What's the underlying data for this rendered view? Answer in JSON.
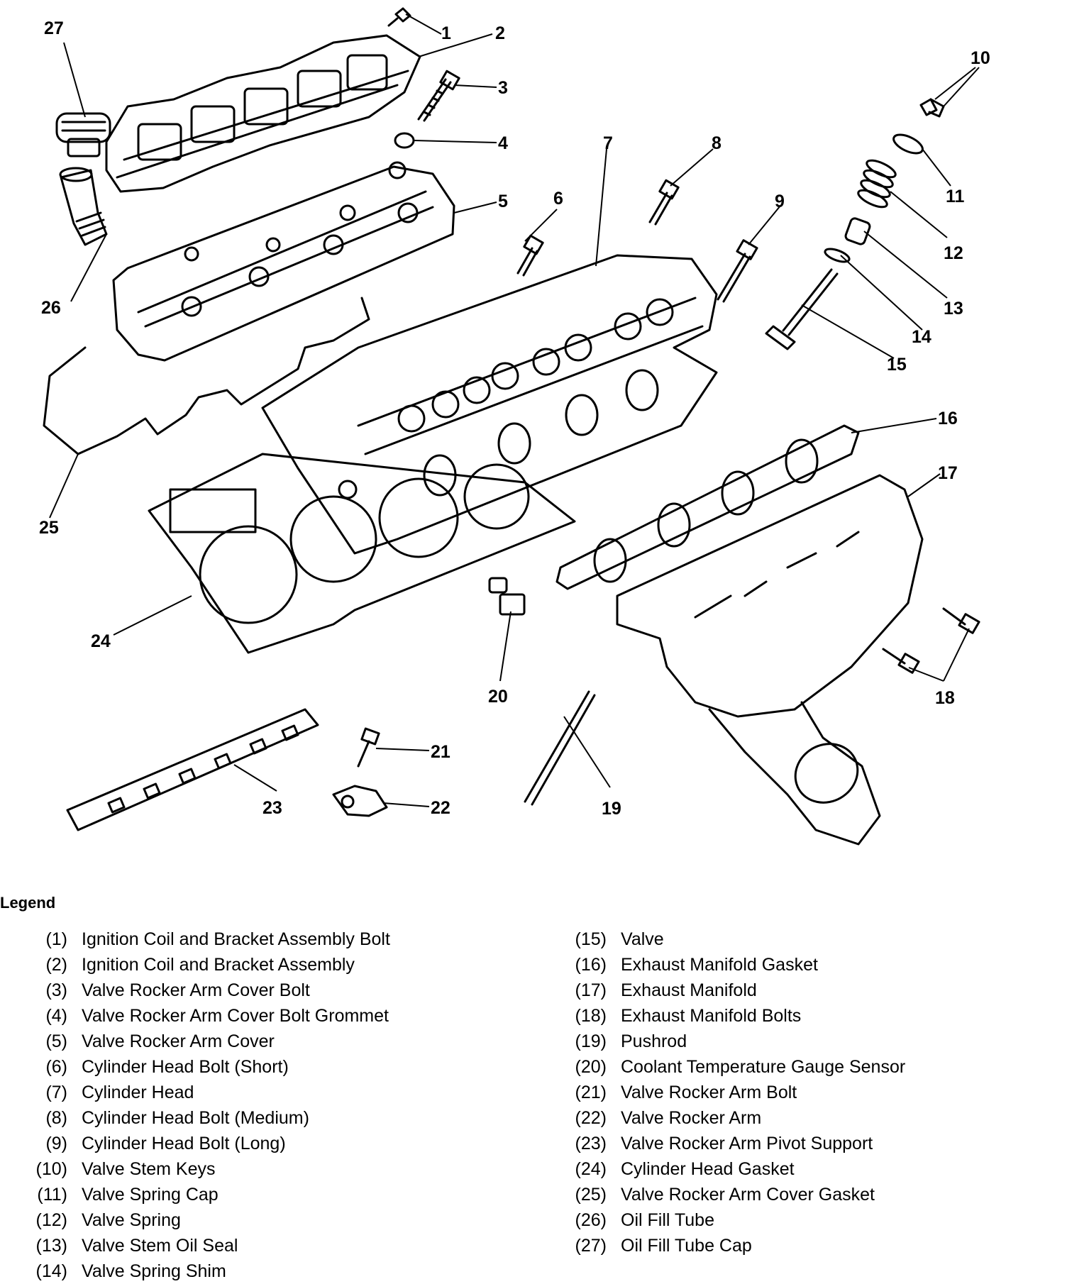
{
  "callouts": [
    "1",
    "2",
    "3",
    "4",
    "5",
    "6",
    "7",
    "8",
    "9",
    "10",
    "11",
    "12",
    "13",
    "14",
    "15",
    "16",
    "17",
    "18",
    "19",
    "20",
    "21",
    "22",
    "23",
    "24",
    "25",
    "26",
    "27"
  ],
  "legend": {
    "title": "Legend",
    "items": [
      {
        "num": "(1)",
        "text": "Ignition Coil and Bracket Assembly Bolt"
      },
      {
        "num": "(2)",
        "text": "Ignition Coil and Bracket Assembly"
      },
      {
        "num": "(3)",
        "text": "Valve Rocker Arm Cover Bolt"
      },
      {
        "num": "(4)",
        "text": "Valve Rocker Arm Cover Bolt Grommet"
      },
      {
        "num": "(5)",
        "text": "Valve Rocker Arm Cover"
      },
      {
        "num": "(6)",
        "text": "Cylinder Head Bolt (Short)"
      },
      {
        "num": "(7)",
        "text": "Cylinder Head"
      },
      {
        "num": "(8)",
        "text": "Cylinder Head Bolt (Medium)"
      },
      {
        "num": "(9)",
        "text": "Cylinder Head Bolt (Long)"
      },
      {
        "num": "(10)",
        "text": "Valve Stem Keys"
      },
      {
        "num": "(11)",
        "text": "Valve Spring Cap"
      },
      {
        "num": "(12)",
        "text": "Valve Spring"
      },
      {
        "num": "(13)",
        "text": "Valve Stem Oil Seal"
      },
      {
        "num": "(14)",
        "text": "Valve Spring Shim"
      },
      {
        "num": "(15)",
        "text": "Valve"
      },
      {
        "num": "(16)",
        "text": "Exhaust Manifold Gasket"
      },
      {
        "num": "(17)",
        "text": "Exhaust Manifold"
      },
      {
        "num": "(18)",
        "text": "Exhaust Manifold Bolts"
      },
      {
        "num": "(19)",
        "text": "Pushrod"
      },
      {
        "num": "(20)",
        "text": "Coolant Temperature Gauge Sensor"
      },
      {
        "num": "(21)",
        "text": "Valve Rocker Arm Bolt"
      },
      {
        "num": "(22)",
        "text": "Valve Rocker Arm"
      },
      {
        "num": "(23)",
        "text": "Valve Rocker Arm Pivot Support"
      },
      {
        "num": "(24)",
        "text": "Cylinder Head Gasket"
      },
      {
        "num": "(25)",
        "text": "Valve Rocker Arm Cover Gasket"
      },
      {
        "num": "(26)",
        "text": "Oil Fill Tube"
      },
      {
        "num": "(27)",
        "text": "Oil Fill Tube Cap"
      }
    ]
  }
}
